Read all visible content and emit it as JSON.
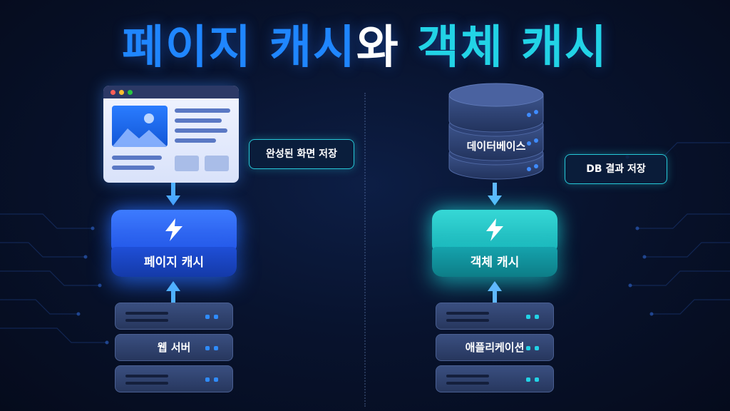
{
  "title": {
    "part1": "페이지 캐시",
    "part2": "와 ",
    "part3": "객체 캐시"
  },
  "left": {
    "callout": "완성된 화면 저장",
    "cache_label": "페이지 캐시",
    "server_label": "웹 서버"
  },
  "right": {
    "db_label": "데이터베이스",
    "callout": "DB 결과 저장",
    "cache_label": "객체 캐시",
    "server_label": "애플리케이션"
  },
  "colors": {
    "page_accent": "#1f86ff",
    "object_accent": "#22d3e6",
    "background": "#08132e"
  },
  "icons": [
    "browser-window-icon",
    "database-icon",
    "lightning-bolt-icon",
    "server-icon",
    "arrow-down-icon",
    "arrow-up-icon"
  ]
}
